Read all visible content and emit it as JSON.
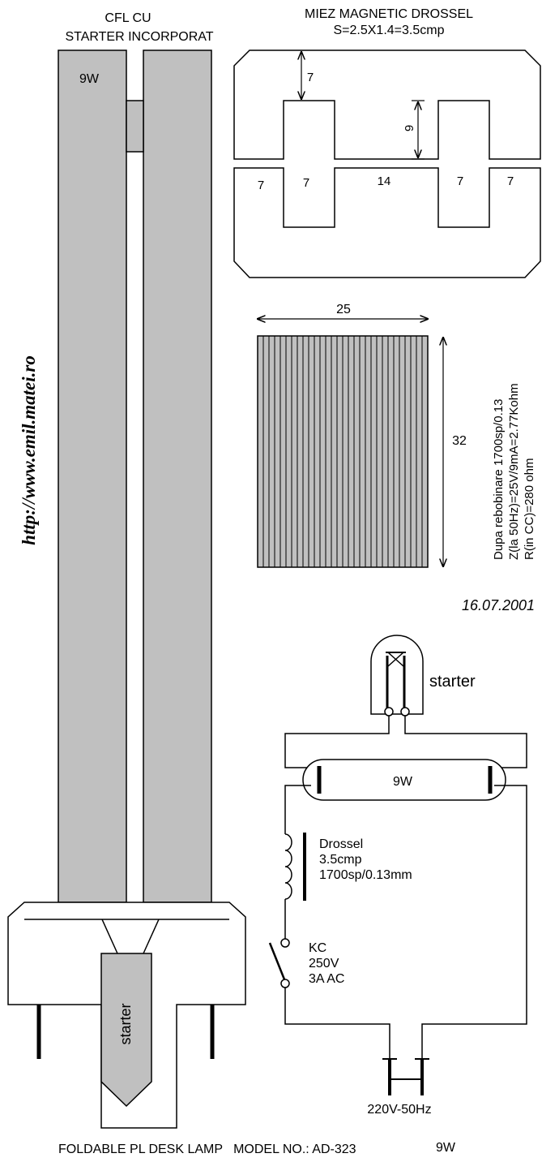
{
  "lamp": {
    "title_line1": "CFL  CU",
    "title_line2": "STARTER INCORPORAT",
    "power_label": "9W",
    "starter_label": "starter",
    "website": "http://www.emil.matei.ro"
  },
  "core": {
    "title": "MIEZ MAGNETIC DROSSEL",
    "formula": "S=2.5X1.4=3.5cmp",
    "dim_top_gap": "7",
    "dim_leg_height": "9",
    "dim_left_outer": "7",
    "dim_left_leg": "7",
    "dim_center": "14",
    "dim_right_leg": "7",
    "dim_right_outer": "7"
  },
  "stack": {
    "width_label": "25",
    "height_label": "32"
  },
  "specs": {
    "line1": "Dupa rebobinare 1700sp/0.13",
    "line2": "Z(la 50Hz)=25V/9mA=2.77Kohm",
    "line3": "R(in CC)=280 ohm"
  },
  "date": "16.07.2001",
  "schematic": {
    "starter_label": "starter",
    "tube_label": "9W",
    "drossel_line1": "Drossel",
    "drossel_line2": "3.5cmp",
    "drossel_line3": "1700sp/0.13mm",
    "switch_line1": "KC",
    "switch_line2": "250V",
    "switch_line3": "3A AC",
    "mains_label": "220V-50Hz"
  },
  "footer": {
    "model": "FOLDABLE PL DESK LAMP   MODEL NO.: AD-323",
    "power": "9W"
  }
}
